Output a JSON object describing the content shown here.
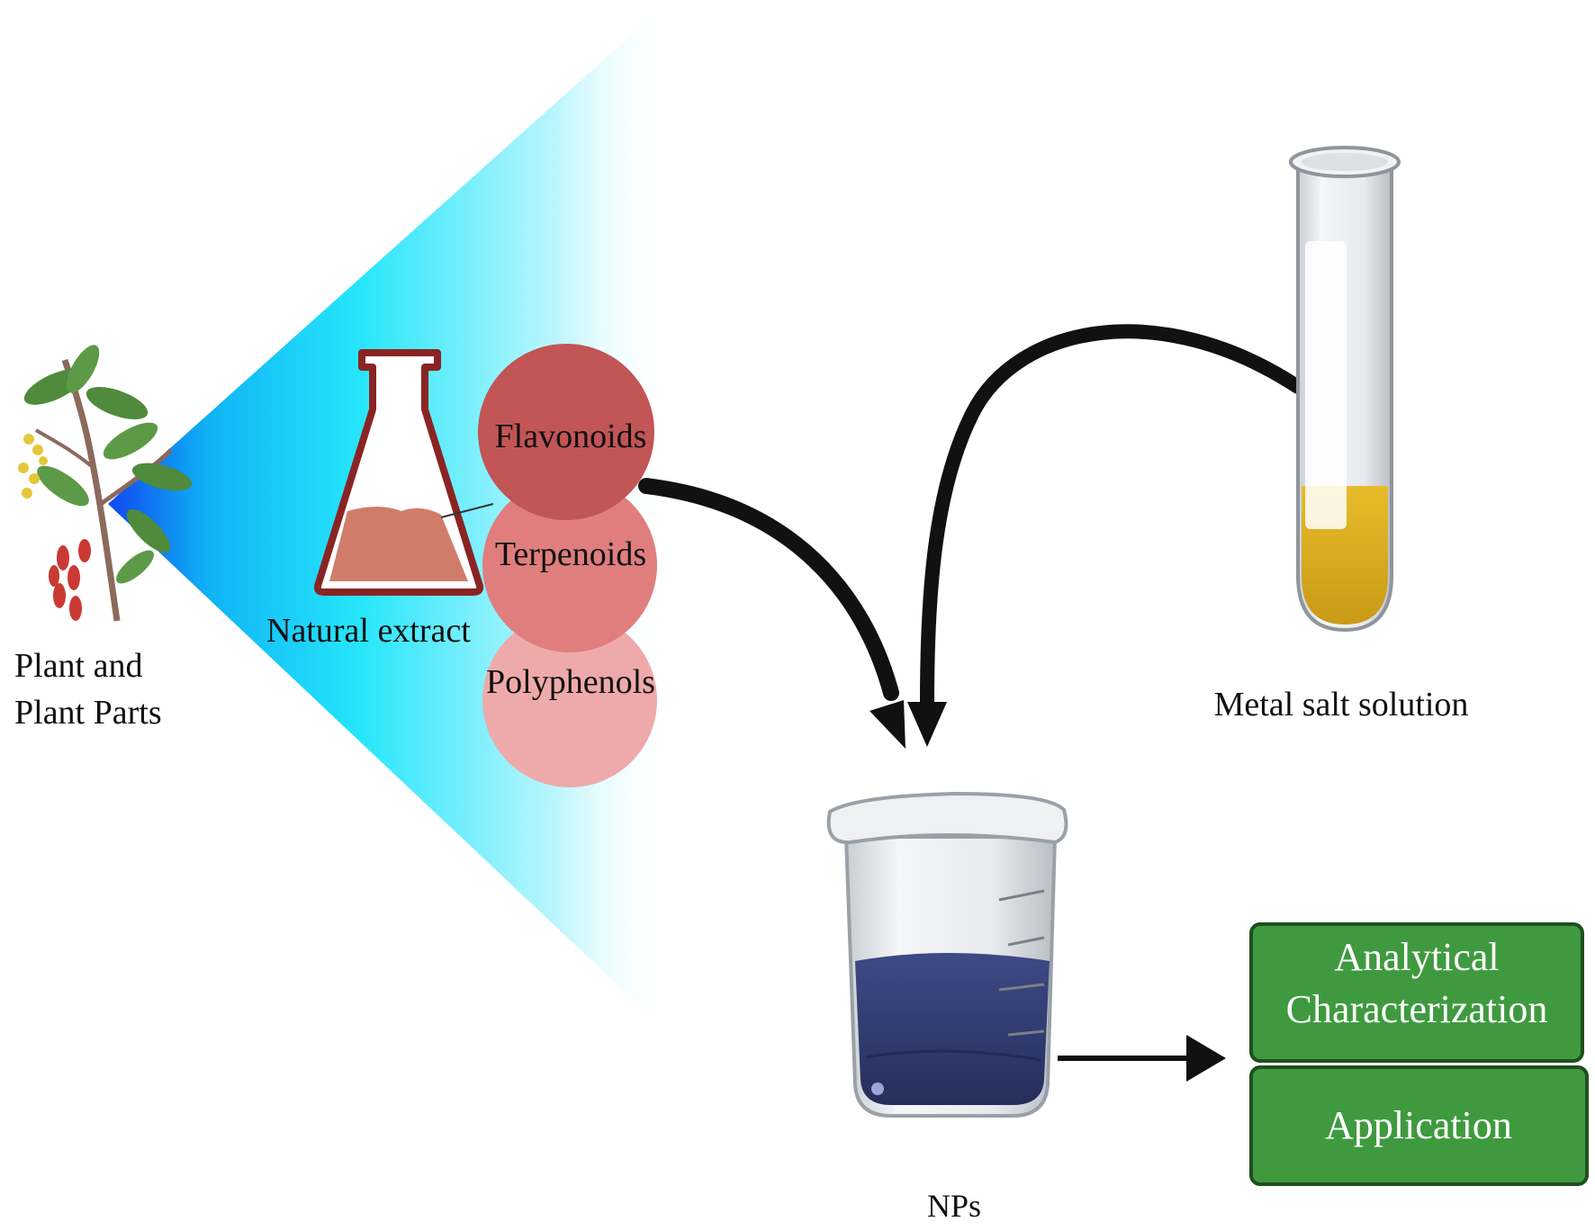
{
  "labels": {
    "plant_line1": "Plant and",
    "plant_line2": "Plant Parts",
    "natural_extract": "Natural extract",
    "flavonoids": "Flavonoids",
    "terpenoids": "Terpenoids",
    "polyphenols": "Polyphenols",
    "metal_salt": "Metal salt solution",
    "nps": "NPs",
    "analytical_line1": "Analytical",
    "analytical_line2": "Characterization",
    "application": "Application"
  },
  "colors": {
    "flavonoids": "#c25556",
    "terpenoids": "#e07e7e",
    "polyphenols": "#eeaaaa",
    "flask_outline": "#8a2424",
    "flask_liquid": "#cf7d6a",
    "beaker_liquid": "#2d3768",
    "tube_liquid": "#d9aa1f",
    "box_fill": "#3f9a3f",
    "box_border": "#1f4f1f",
    "arrow": "#111111"
  },
  "icons": {
    "plant": "plant-branch-icon",
    "flask": "erlenmeyer-flask-icon",
    "tube": "test-tube-icon",
    "beaker": "beaker-icon"
  }
}
